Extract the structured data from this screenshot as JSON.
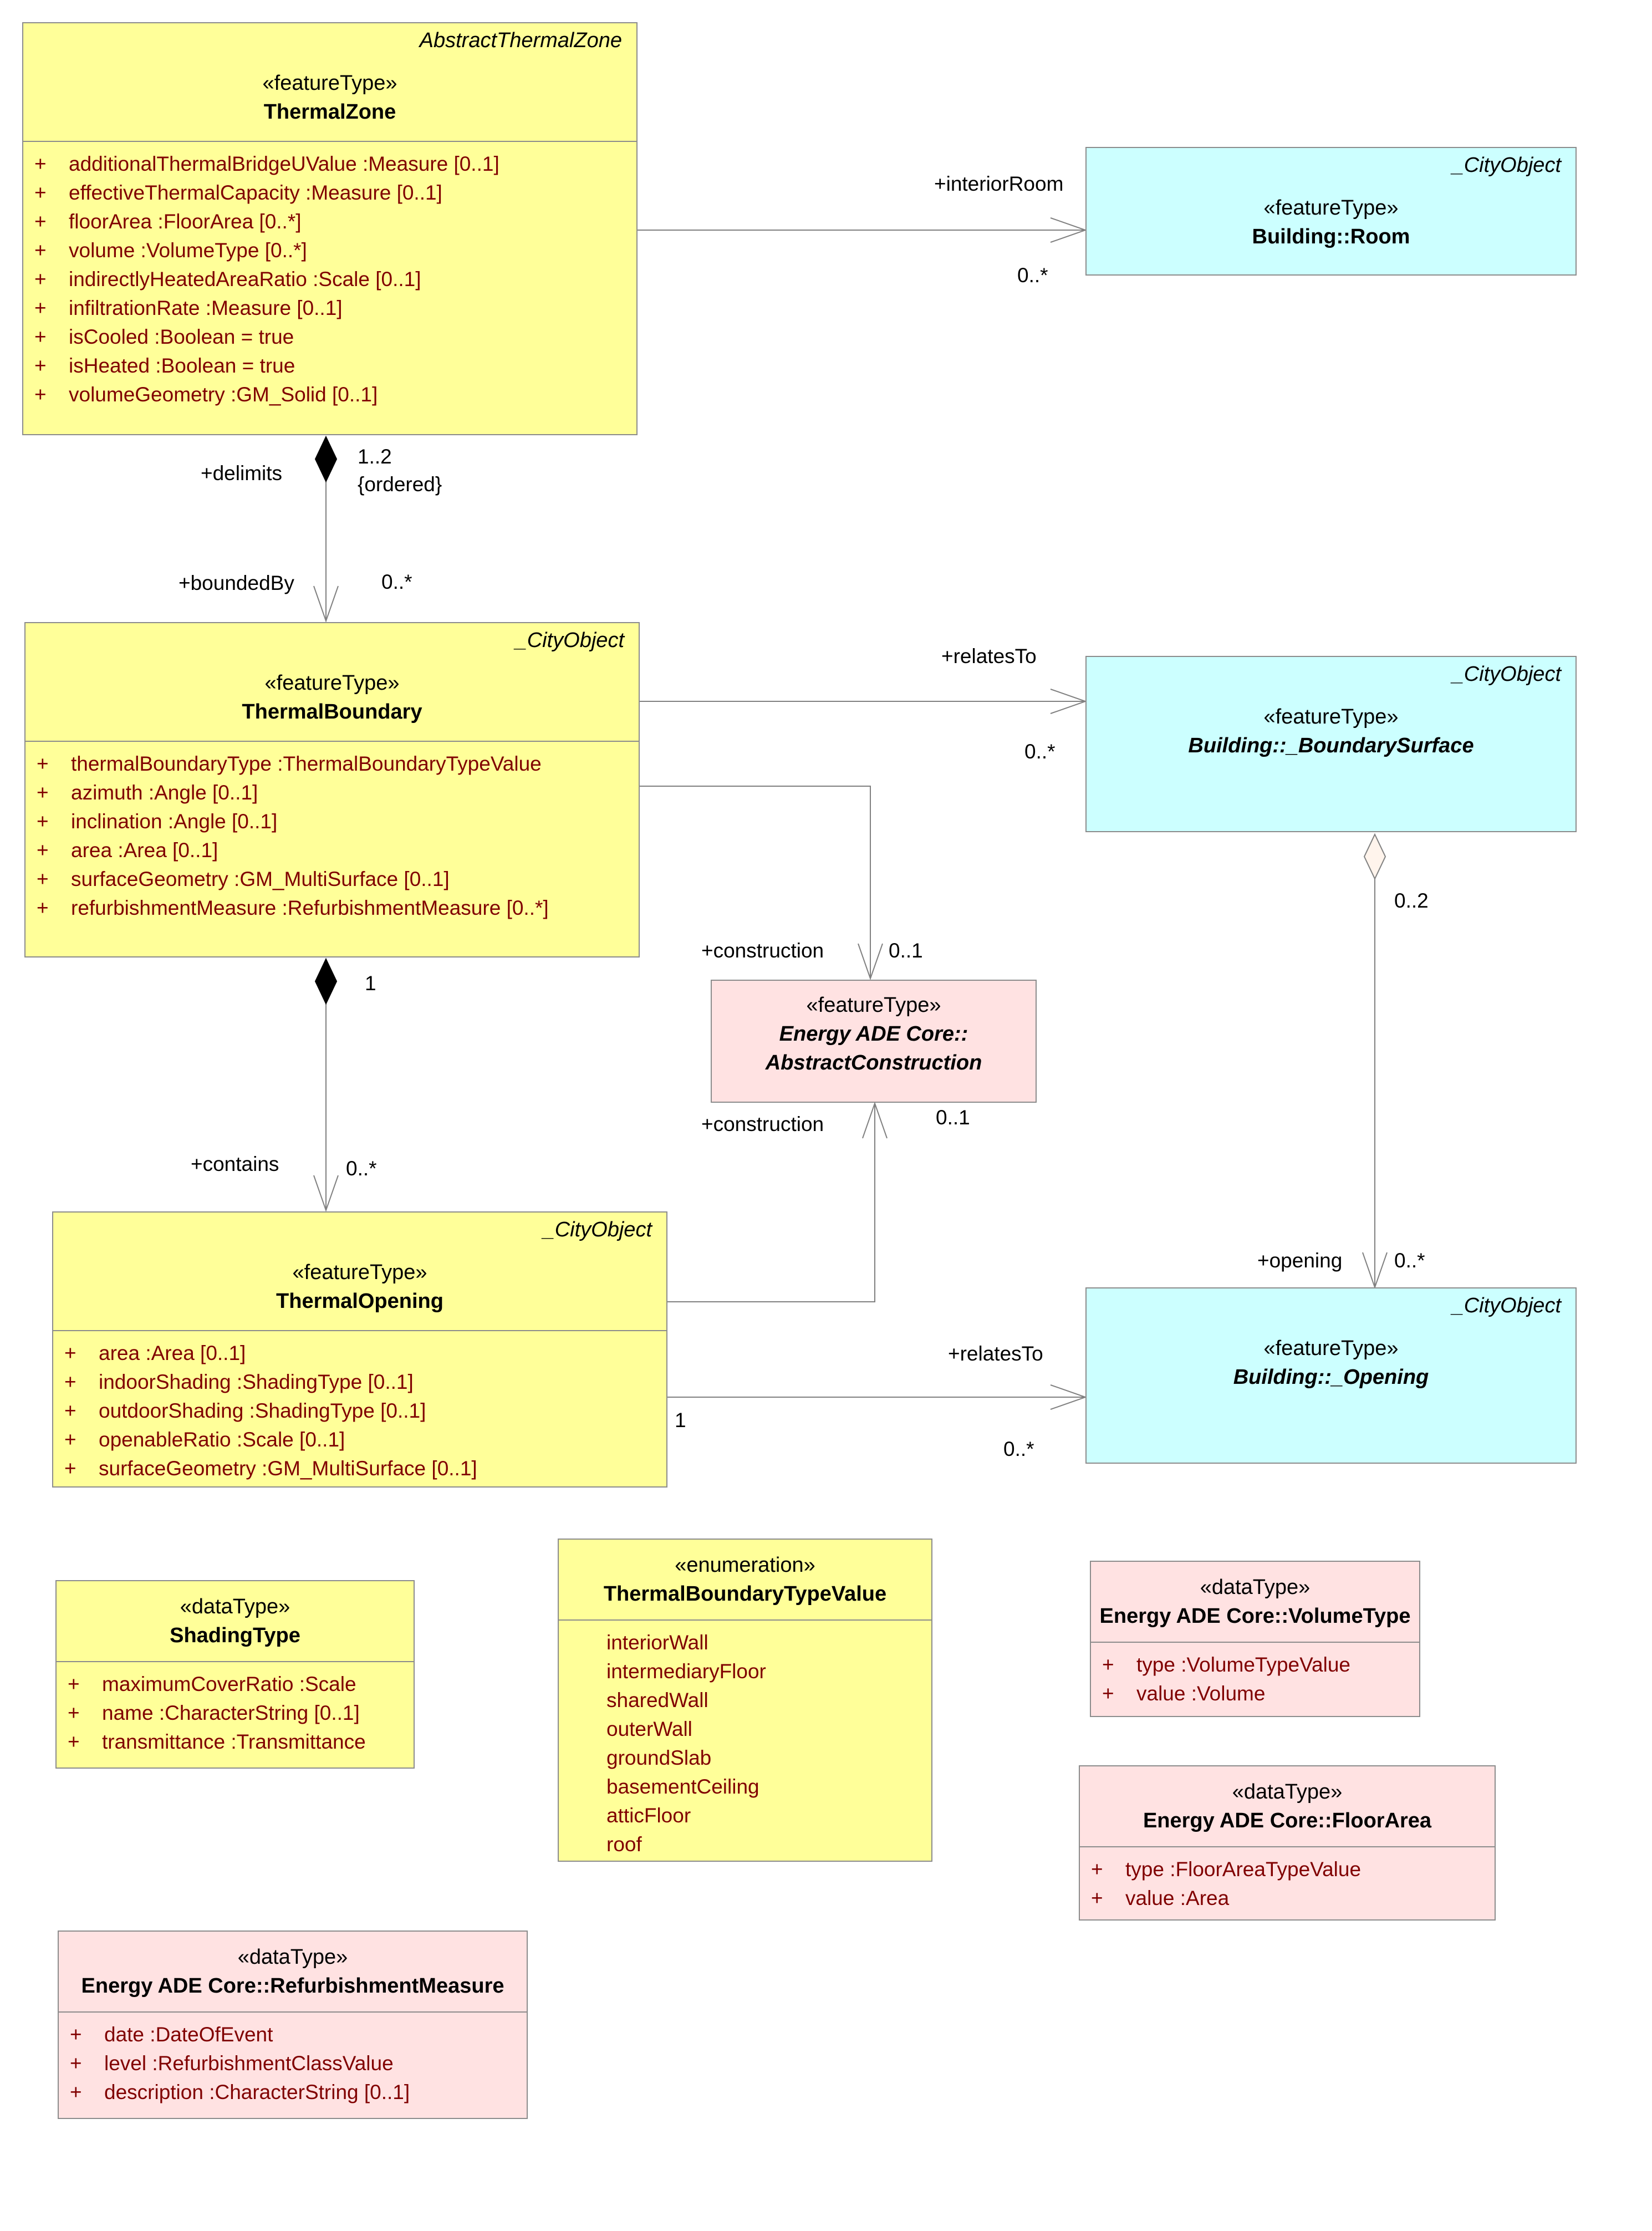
{
  "classes": {
    "thermal_zone": {
      "parent": "AbstractThermalZone",
      "stereotype": "«featureType»",
      "name": "ThermalZone",
      "attributes": [
        "additionalThermalBridgeUValue  :Measure [0..1]",
        "effectiveThermalCapacity  :Measure [0..1]",
        "floorArea  :FloorArea [0..*]",
        "volume  :VolumeType [0..*]",
        "indirectlyHeatedAreaRatio  :Scale [0..1]",
        "infiltrationRate  :Measure [0..1]",
        "isCooled  :Boolean = true",
        "isHeated  :Boolean = true",
        "volumeGeometry  :GM_Solid [0..1]"
      ]
    },
    "room": {
      "parent": "_CityObject",
      "stereotype": "«featureType»",
      "name": "Building::Room"
    },
    "thermal_boundary": {
      "parent": "_CityObject",
      "stereotype": "«featureType»",
      "name": "ThermalBoundary",
      "attributes": [
        "thermalBoundaryType  :ThermalBoundaryTypeValue",
        "azimuth  :Angle [0..1]",
        "inclination  :Angle [0..1]",
        "area  :Area [0..1]",
        "surfaceGeometry  :GM_MultiSurface [0..1]",
        "refurbishmentMeasure  :RefurbishmentMeasure [0..*]"
      ]
    },
    "boundary_surface": {
      "parent": "_CityObject",
      "stereotype": "«featureType»",
      "name": "Building::_BoundarySurface"
    },
    "abstract_construction": {
      "stereotype": "«featureType»",
      "name_line1": "Energy ADE Core::",
      "name_line2": "AbstractConstruction"
    },
    "thermal_opening": {
      "parent": "_CityObject",
      "stereotype": "«featureType»",
      "name": "ThermalOpening",
      "attributes": [
        "area  :Area [0..1]",
        "indoorShading  :ShadingType [0..1]",
        "outdoorShading  :ShadingType [0..1]",
        "openableRatio  :Scale [0..1]",
        "surfaceGeometry  :GM_MultiSurface [0..1]"
      ]
    },
    "opening": {
      "parent": "_CityObject",
      "stereotype": "«featureType»",
      "name": "Building::_Opening"
    },
    "shading_type": {
      "stereotype": "«dataType»",
      "name": "ShadingType",
      "attributes": [
        "maximumCoverRatio  :Scale",
        "name  :CharacterString [0..1]",
        "transmittance  :Transmittance"
      ]
    },
    "thermal_boundary_type_value": {
      "stereotype": "«enumeration»",
      "name": "ThermalBoundaryTypeValue",
      "literals": [
        "interiorWall",
        "intermediaryFloor",
        "sharedWall",
        "outerWall",
        "groundSlab",
        "basementCeiling",
        "atticFloor",
        "roof"
      ]
    },
    "volume_type": {
      "stereotype": "«dataType»",
      "name": "Energy ADE Core::VolumeType",
      "attributes": [
        "type  :VolumeTypeValue",
        "value  :Volume"
      ]
    },
    "floor_area": {
      "stereotype": "«dataType»",
      "name": "Energy ADE Core::FloorArea",
      "attributes": [
        "type  :FloorAreaTypeValue",
        "value  :Area"
      ]
    },
    "refurbishment_measure": {
      "stereotype": "«dataType»",
      "name": "Energy ADE Core::RefurbishmentMeasure",
      "attributes": [
        "date  :DateOfEvent",
        "level  :RefurbishmentClassValue",
        "description  :CharacterString [0..1]"
      ]
    }
  },
  "visibility_marker": "+",
  "associations": {
    "interior_room": {
      "role": "+interiorRoom",
      "multiplicity": "0..*"
    },
    "delimits": {
      "role": "+delimits",
      "multiplicity": "1..2",
      "constraint": "{ordered}"
    },
    "bounded_by": {
      "role": "+boundedBy",
      "multiplicity": "0..*"
    },
    "boundary_relates_to": {
      "role": "+relatesTo",
      "multiplicity": "0..*"
    },
    "boundary_construction": {
      "role": "+construction",
      "multiplicity": "0..1"
    },
    "contains_owner": {
      "multiplicity": "1"
    },
    "contains": {
      "role": "+contains",
      "multiplicity": "0..*"
    },
    "opening_construction": {
      "role": "+construction",
      "multiplicity": "0..1"
    },
    "surface_opening_owner": {
      "multiplicity": "0..2"
    },
    "surface_opening": {
      "role": "+opening",
      "multiplicity": "0..*"
    },
    "opening_relates_to": {
      "role": "+relatesTo",
      "multiplicity": "0..*",
      "source_multiplicity": "1"
    }
  },
  "colors": {
    "feature_class_fill": "#ffff99",
    "citygml_class_fill": "#ccffff",
    "core_class_fill": "#ffe2e2",
    "attribute_text": "#800000",
    "border": "#8c8c8c"
  }
}
